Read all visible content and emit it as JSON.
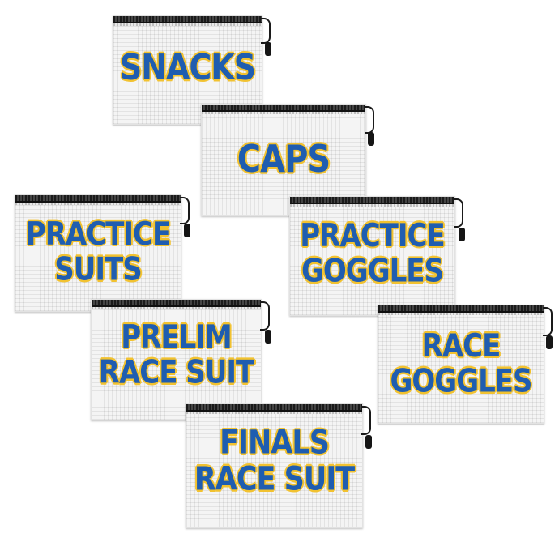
{
  "pouches": [
    {
      "id": "snacks",
      "lines": [
        "SNACKS"
      ]
    },
    {
      "id": "caps",
      "lines": [
        "CAPS"
      ]
    },
    {
      "id": "practice-suits",
      "lines": [
        "PRACTICE",
        "SUITS"
      ]
    },
    {
      "id": "practice-goggles",
      "lines": [
        "PRACTICE",
        "GOGGLES"
      ]
    },
    {
      "id": "prelim-race-suit",
      "lines": [
        "PRELIM",
        "RACE SUIT"
      ]
    },
    {
      "id": "race-goggles",
      "lines": [
        "RACE",
        "GOGGLES"
      ]
    },
    {
      "id": "finals-race-suit",
      "lines": [
        "FINALS",
        "RACE SUIT"
      ]
    }
  ],
  "colors": {
    "text": "#1f5db0",
    "outline": "#f2c230",
    "zipper": "#1a1a1a",
    "mesh": "#f4f4f4"
  }
}
